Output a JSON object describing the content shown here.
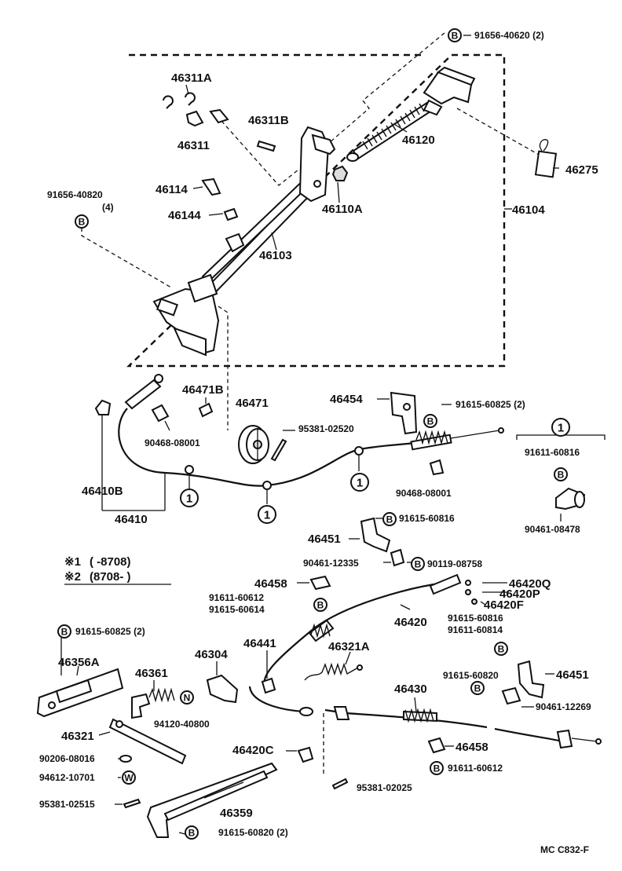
{
  "title": "",
  "footer_code": "MC  C832-F",
  "legend": {
    "row1_mark": "※1",
    "row1_text": "(       -8708)",
    "row2_mark": "※2",
    "row2_text": "(8708-       )"
  },
  "callouts": {
    "circle_one": "1",
    "b_mark": "B",
    "w_mark": "W",
    "n_mark": "N"
  },
  "labels": {
    "p91656_40620": "91656-40620 (2)",
    "p46311A": "46311A",
    "p46120": "46120",
    "p46311B": "46311B",
    "p46311": "46311",
    "p46275": "46275",
    "p91656_40820": "91656-40820",
    "p91656_40820_qty": "(4)",
    "p46114": "46114",
    "p46110A": "46110A",
    "p46104": "46104",
    "p46144": "46144",
    "p46103": "46103",
    "p46471B": "46471B",
    "p46454": "46454",
    "p46471": "46471",
    "p91615_60825a": "91615-60825 (2)",
    "p95381_02520": "95381-02520",
    "p90468_08001a": "90468-08001",
    "p91611_60816": "91611-60816",
    "p46410B": "46410B",
    "p90468_08001b": "90468-08001",
    "p46410": "46410",
    "p90461_08478": "90461-08478",
    "p91615_60816": "91615-60816",
    "p46451a": "46451",
    "p90461_12335": "90461-12335",
    "p90119_08758": "90119-08758",
    "p46458a": "46458",
    "p46420Q": "46420Q",
    "p46420P": "46420P",
    "p91611_60612a": "91611-60612",
    "p91615_60614": "91615-60614",
    "p46420F": "46420F",
    "p46420": "46420",
    "p91615_60816b": "91615-60816",
    "p91611_60814": "91611-60814",
    "p91615_60825b": "91615-60825 (2)",
    "p46356A": "46356A",
    "p46304": "46304",
    "p46441": "46441",
    "p46321A": "46321A",
    "p46361": "46361",
    "p46451b": "46451",
    "p91615_60820a": "91615-60820",
    "p46430": "46430",
    "p90461_12269": "90461-12269",
    "p94120_40800": "94120-40800",
    "p46321": "46321",
    "p90206_08016": "90206-08016",
    "p46458b": "46458",
    "p46420C": "46420C",
    "p91611_60612b": "91611-60612",
    "p94612_10701": "94612-10701",
    "p95381_02025": "95381-02025",
    "p95381_02515": "95381-02515",
    "p46359": "46359",
    "p91615_60820b": "91615-60820 (2)"
  }
}
